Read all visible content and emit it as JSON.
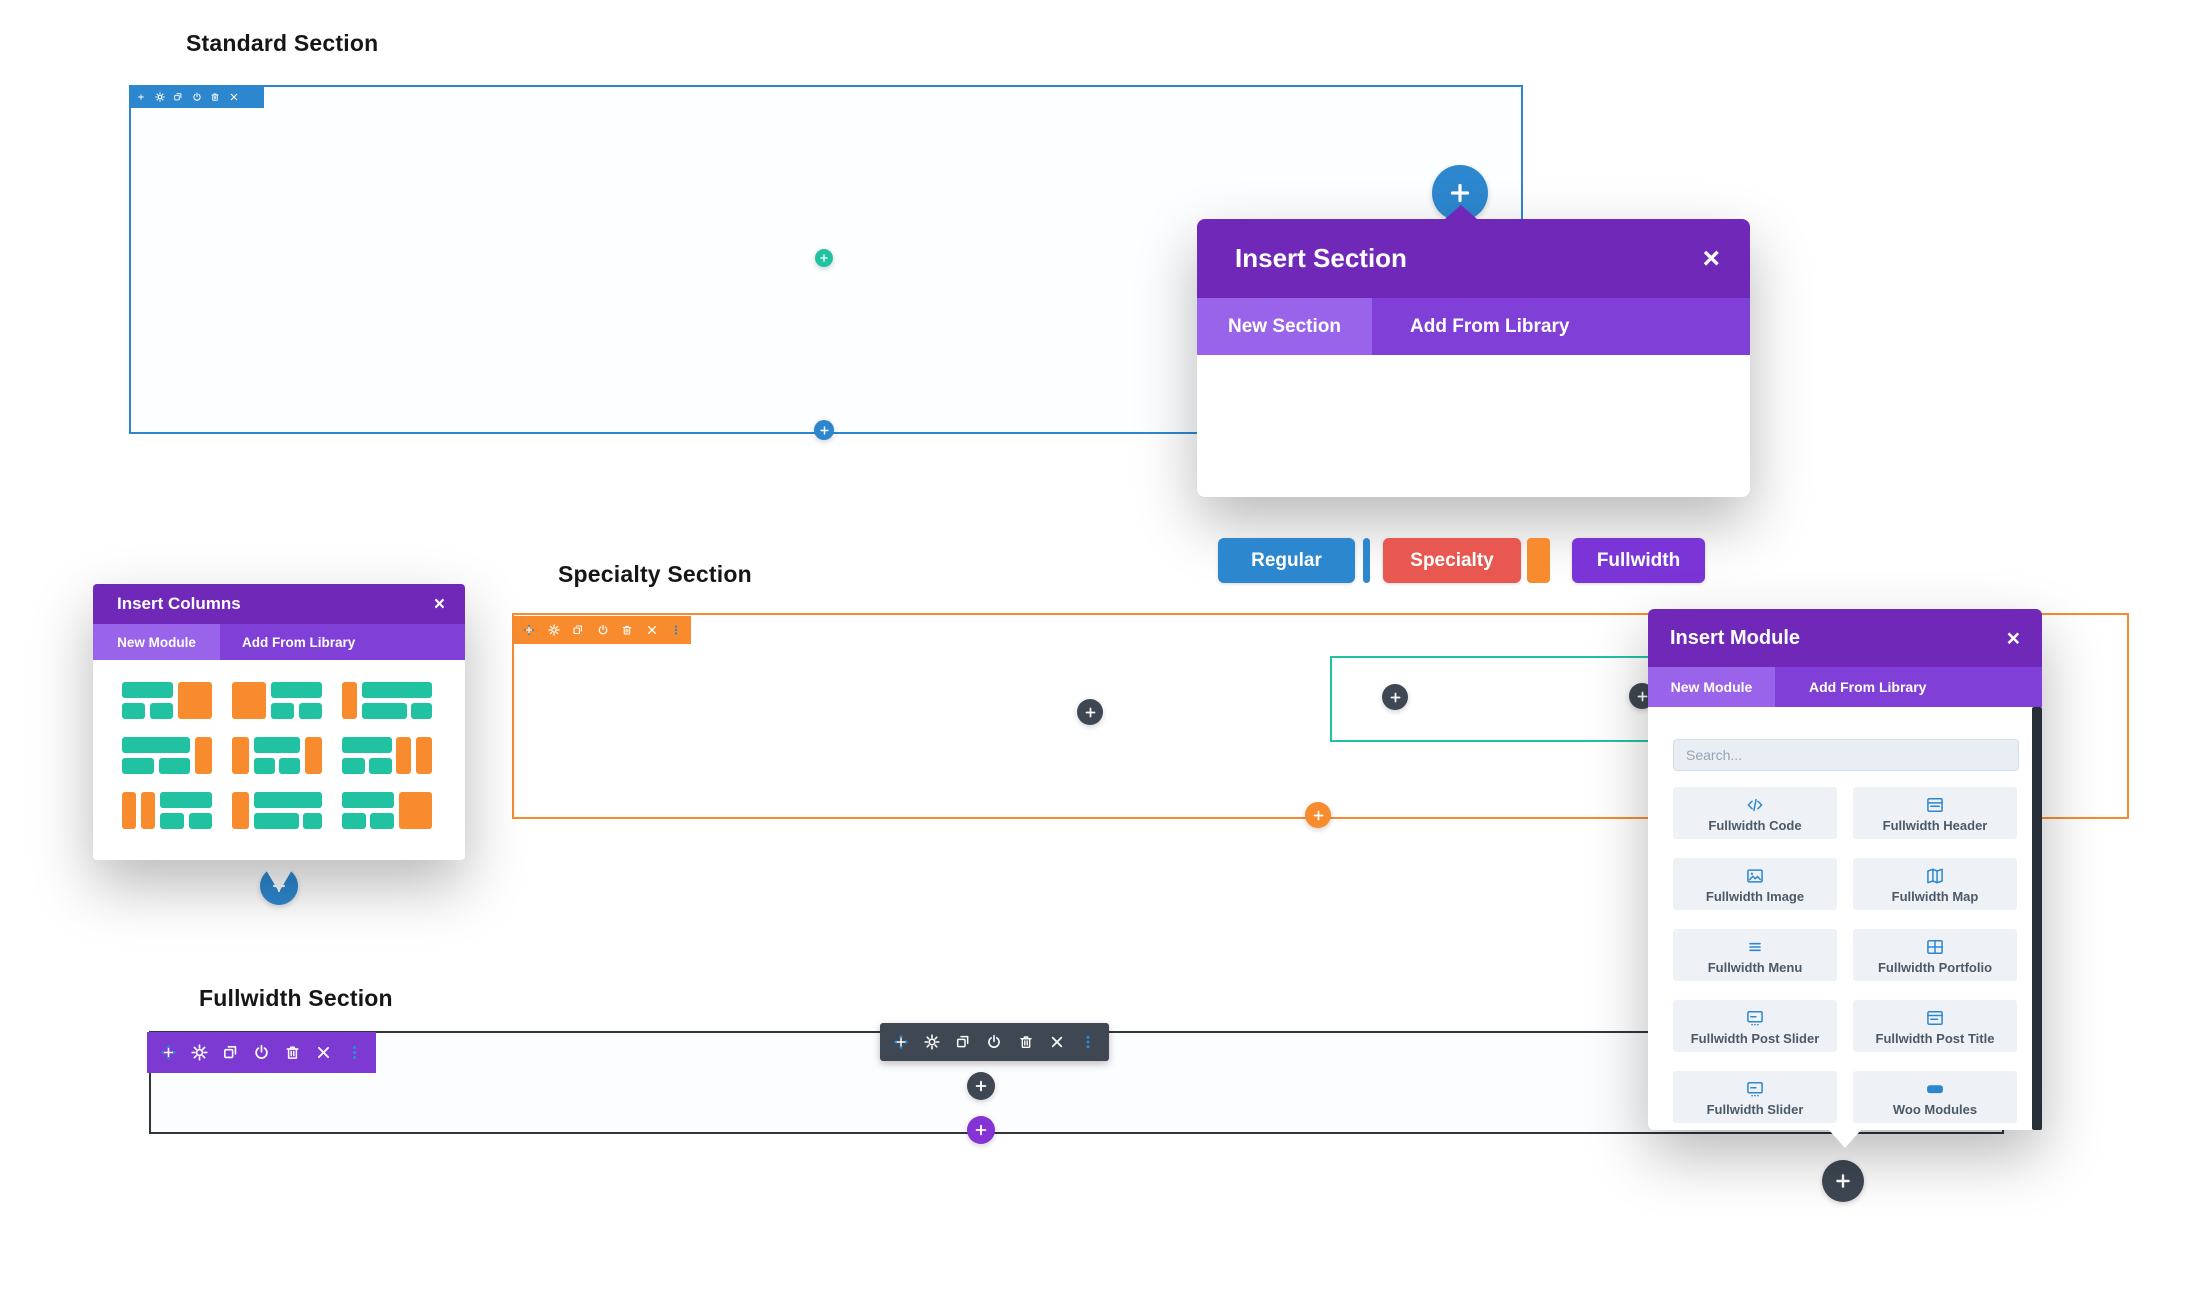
{
  "colors": {
    "blue": "#2d87cf",
    "teal": "#21c2a1",
    "orange": "#f78b2e",
    "red": "#e85850",
    "purple_dark": "#7028b8",
    "purple_mid": "#8040d8",
    "purple_light": "#9a64ea",
    "purple_button": "#7b35d6",
    "slate": "#3e4752",
    "scrollbar": "#272e37",
    "card_bg": "#eef2f7",
    "module_label": "#4c5966",
    "icon_blue": "#2d87cf"
  },
  "sections": {
    "standard": {
      "title": "Standard Section"
    },
    "specialty": {
      "title": "Specialty Section"
    },
    "fullwidth": {
      "title": "Fullwidth Section"
    }
  },
  "toolbar_icons": [
    "move",
    "gear",
    "duplicate",
    "power",
    "trash",
    "close",
    "dots"
  ],
  "insert_section_modal": {
    "title": "Insert Section",
    "close_label": "×",
    "tabs": {
      "new_section": "New Section",
      "add_from_library": "Add From Library"
    },
    "buttons": {
      "regular": "Regular",
      "specialty": "Specialty",
      "fullwidth": "Fullwidth"
    }
  },
  "insert_columns_modal": {
    "title": "Insert Columns",
    "close_label": "×",
    "tabs": {
      "new_module": "New Module",
      "add_from_library": "Add From Library"
    },
    "layouts": [
      [
        [
          0,
          0,
          57,
          42,
          "t"
        ],
        [
          0,
          58,
          26,
          42,
          "t"
        ],
        [
          31,
          58,
          26,
          42,
          "t"
        ],
        [
          62,
          0,
          38,
          100,
          "o"
        ]
      ],
      [
        [
          0,
          0,
          38,
          100,
          "o"
        ],
        [
          43,
          0,
          57,
          42,
          "t"
        ],
        [
          43,
          58,
          26,
          42,
          "t"
        ],
        [
          74,
          58,
          26,
          42,
          "t"
        ]
      ],
      [
        [
          0,
          0,
          17,
          100,
          "o"
        ],
        [
          22,
          0,
          78,
          42,
          "t"
        ],
        [
          22,
          58,
          50,
          42,
          "t"
        ],
        [
          77,
          58,
          23,
          42,
          "t"
        ]
      ],
      [
        [
          0,
          0,
          76,
          42,
          "t"
        ],
        [
          0,
          58,
          36,
          42,
          "t"
        ],
        [
          41,
          58,
          35,
          42,
          "t"
        ],
        [
          81,
          0,
          19,
          100,
          "o"
        ]
      ],
      [
        [
          0,
          0,
          19,
          100,
          "o"
        ],
        [
          24,
          0,
          52,
          42,
          "t"
        ],
        [
          24,
          58,
          24,
          42,
          "t"
        ],
        [
          52,
          58,
          24,
          42,
          "t"
        ],
        [
          81,
          0,
          19,
          100,
          "o"
        ]
      ],
      [
        [
          0,
          0,
          55,
          42,
          "t"
        ],
        [
          0,
          58,
          26,
          42,
          "t"
        ],
        [
          30,
          58,
          25,
          42,
          "t"
        ],
        [
          60,
          0,
          17,
          100,
          "o"
        ],
        [
          82,
          0,
          18,
          100,
          "o"
        ]
      ],
      [
        [
          0,
          0,
          16,
          100,
          "o"
        ],
        [
          21,
          0,
          16,
          100,
          "o"
        ],
        [
          42,
          0,
          58,
          42,
          "t"
        ],
        [
          42,
          58,
          27,
          42,
          "t"
        ],
        [
          74,
          58,
          26,
          42,
          "t"
        ]
      ],
      [
        [
          0,
          0,
          19,
          100,
          "o"
        ],
        [
          24,
          0,
          76,
          42,
          "t"
        ],
        [
          24,
          58,
          50,
          42,
          "t"
        ],
        [
          79,
          58,
          21,
          42,
          "t"
        ]
      ],
      [
        [
          0,
          0,
          58,
          42,
          "t"
        ],
        [
          0,
          58,
          27,
          42,
          "t"
        ],
        [
          31,
          58,
          27,
          42,
          "t"
        ],
        [
          63,
          0,
          37,
          100,
          "o"
        ]
      ]
    ]
  },
  "insert_module_modal": {
    "title": "Insert Module",
    "close_label": "×",
    "tabs": {
      "new_module": "New Module",
      "add_from_library": "Add From Library"
    },
    "search_placeholder": "Search...",
    "modules": [
      {
        "label": "Fullwidth Code",
        "icon": "code-icon"
      },
      {
        "label": "Fullwidth Header",
        "icon": "header-icon"
      },
      {
        "label": "Fullwidth Image",
        "icon": "image-icon"
      },
      {
        "label": "Fullwidth Map",
        "icon": "map-icon"
      },
      {
        "label": "Fullwidth Menu",
        "icon": "menu-icon"
      },
      {
        "label": "Fullwidth Portfolio",
        "icon": "portfolio-icon"
      },
      {
        "label": "Fullwidth Post Slider",
        "icon": "post-slider-icon"
      },
      {
        "label": "Fullwidth Post Title",
        "icon": "post-title-icon"
      },
      {
        "label": "Fullwidth Slider",
        "icon": "slider-icon"
      },
      {
        "label": "Woo Modules",
        "icon": "woo-icon"
      }
    ]
  }
}
